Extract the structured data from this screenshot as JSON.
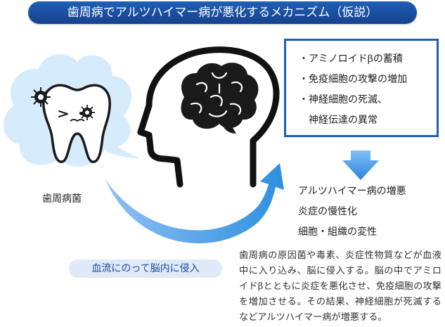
{
  "title": "歯周病でアルツハイマー病が悪化するメカニズム（仮説）",
  "effects": [
    "・アミノロイドβの蓄積",
    "・免疫細胞の攻撃の増加",
    "・神経細胞の死滅、",
    "　神経伝達の異常"
  ],
  "outcomes": [
    "アルツハイマー病の増悪",
    "炎症の慢性化",
    "細胞・組織の変性"
  ],
  "bacteria_label": "歯周病菌",
  "blood_label": "血流にのって脳内に侵入",
  "explanation": "歯周病の原因菌や毒素、炎症性物質などが血液中に入り込み、脳に侵入する。脳の中でアミロイドβとともに炎症を悪化させ、免疫細胞の攻撃を増加させる。その結果、神経細胞が死滅するなどアルツハイマー病が増悪する。",
  "colors": {
    "accent": "#1f5fb5",
    "cloud": "#d6ebfb",
    "pill": "#dfe9f8",
    "arrow": "#2e8fe0"
  },
  "icons": [
    "tooth-icon",
    "bacteria-icon",
    "head-profile-icon",
    "brain-icon",
    "down-arrow-icon",
    "curved-arrow-icon"
  ]
}
